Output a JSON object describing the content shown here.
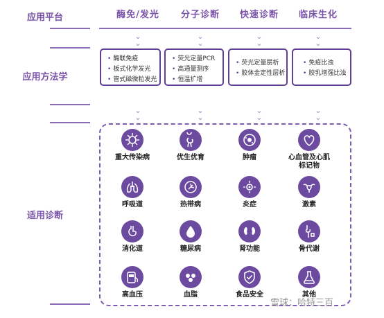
{
  "header": {
    "platform_label": "应用平台",
    "columns": [
      "酶免/发光",
      "分子诊断",
      "快速诊断",
      "临床生化"
    ]
  },
  "methods": {
    "label": "应用方法学",
    "boxes": [
      [
        "酶联免疫",
        "板式化学发光",
        "管式磁微粒发光"
      ],
      [
        "荧光定量PCR",
        "高通量测序",
        "恒温扩增"
      ],
      [
        "荧光定量层析",
        "胶体金定性层析"
      ],
      [
        "免疫比浊",
        "胶乳增强比浊"
      ]
    ]
  },
  "diagnosis": {
    "label": "适用诊断",
    "items": [
      {
        "label": "重大传染病",
        "icon": "virus-icon"
      },
      {
        "label": "优生优育",
        "icon": "pregnancy-icon"
      },
      {
        "label": "肿瘤",
        "icon": "tumor-cell-icon"
      },
      {
        "label": "心血管及心肌\n标记物",
        "icon": "heart-icon"
      },
      {
        "label": "呼吸道",
        "icon": "lungs-icon"
      },
      {
        "label": "热带病",
        "icon": "mosquito-icon"
      },
      {
        "label": "炎症",
        "icon": "inflammation-icon"
      },
      {
        "label": "激素",
        "icon": "uterus-icon"
      },
      {
        "label": "消化道",
        "icon": "stomach-icon"
      },
      {
        "label": "糖尿病",
        "icon": "blood-drop-icon"
      },
      {
        "label": "肾功能",
        "icon": "kidneys-icon"
      },
      {
        "label": "骨代谢",
        "icon": "bone-joint-icon"
      },
      {
        "label": "高血压",
        "icon": "blood-pressure-monitor-icon"
      },
      {
        "label": "血脂",
        "icon": "lipid-icon"
      },
      {
        "label": "食品安全",
        "icon": "shield-check-icon"
      },
      {
        "label": "其他",
        "icon": "flask-icon"
      }
    ]
  },
  "watermark": "雪球：哈特三百",
  "colors": {
    "accent": "#6b4aa0",
    "border": "#5e3f92",
    "label": "#7a54a8"
  }
}
